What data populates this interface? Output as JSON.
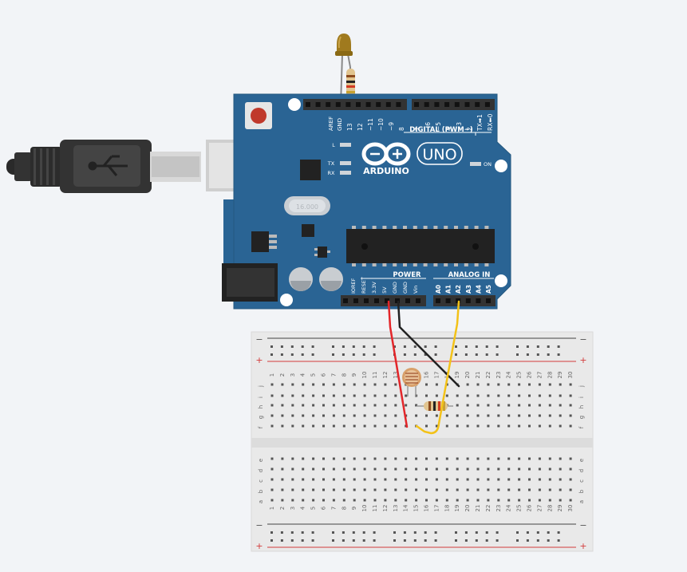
{
  "board": {
    "brand": "ARDUINO",
    "model": "UNO",
    "pin_aref": "AREF",
    "pin_gnd": "GND",
    "digital_pins": [
      "13",
      "12",
      "~11",
      "~10",
      "~9",
      "8",
      "7",
      "~6",
      "~5",
      "4",
      "~3",
      "2",
      "TX➡1",
      "RX⬅0"
    ],
    "digital_label": "DIGITAL (PWM~)",
    "led_l": "L",
    "led_tx": "TX",
    "led_rx": "RX",
    "led_on": "ON",
    "crystal": "16.000",
    "power_pins": [
      "IOREF",
      "RESET",
      "3.3V",
      "5V",
      "GND",
      "GND",
      "Vin"
    ],
    "power_label": "POWER",
    "analog_pins": [
      "A0",
      "A1",
      "A2",
      "A3",
      "A4",
      "A5"
    ],
    "analog_label": "ANALOG IN"
  },
  "breadboard": {
    "rows_upper": [
      "j",
      "i",
      "h",
      "g",
      "f"
    ],
    "rows_lower": [
      "e",
      "d",
      "c",
      "b",
      "a"
    ],
    "rail_minus": "−",
    "rail_plus": "+",
    "column_count": 30
  },
  "colors": {
    "board": "#2a6494",
    "header": "#333333",
    "wire_5v": "#e3262a",
    "wire_gnd": "#222222",
    "wire_signal": "#f3c218",
    "rail_red": "#d33c3c",
    "led": "#a07a1e"
  }
}
